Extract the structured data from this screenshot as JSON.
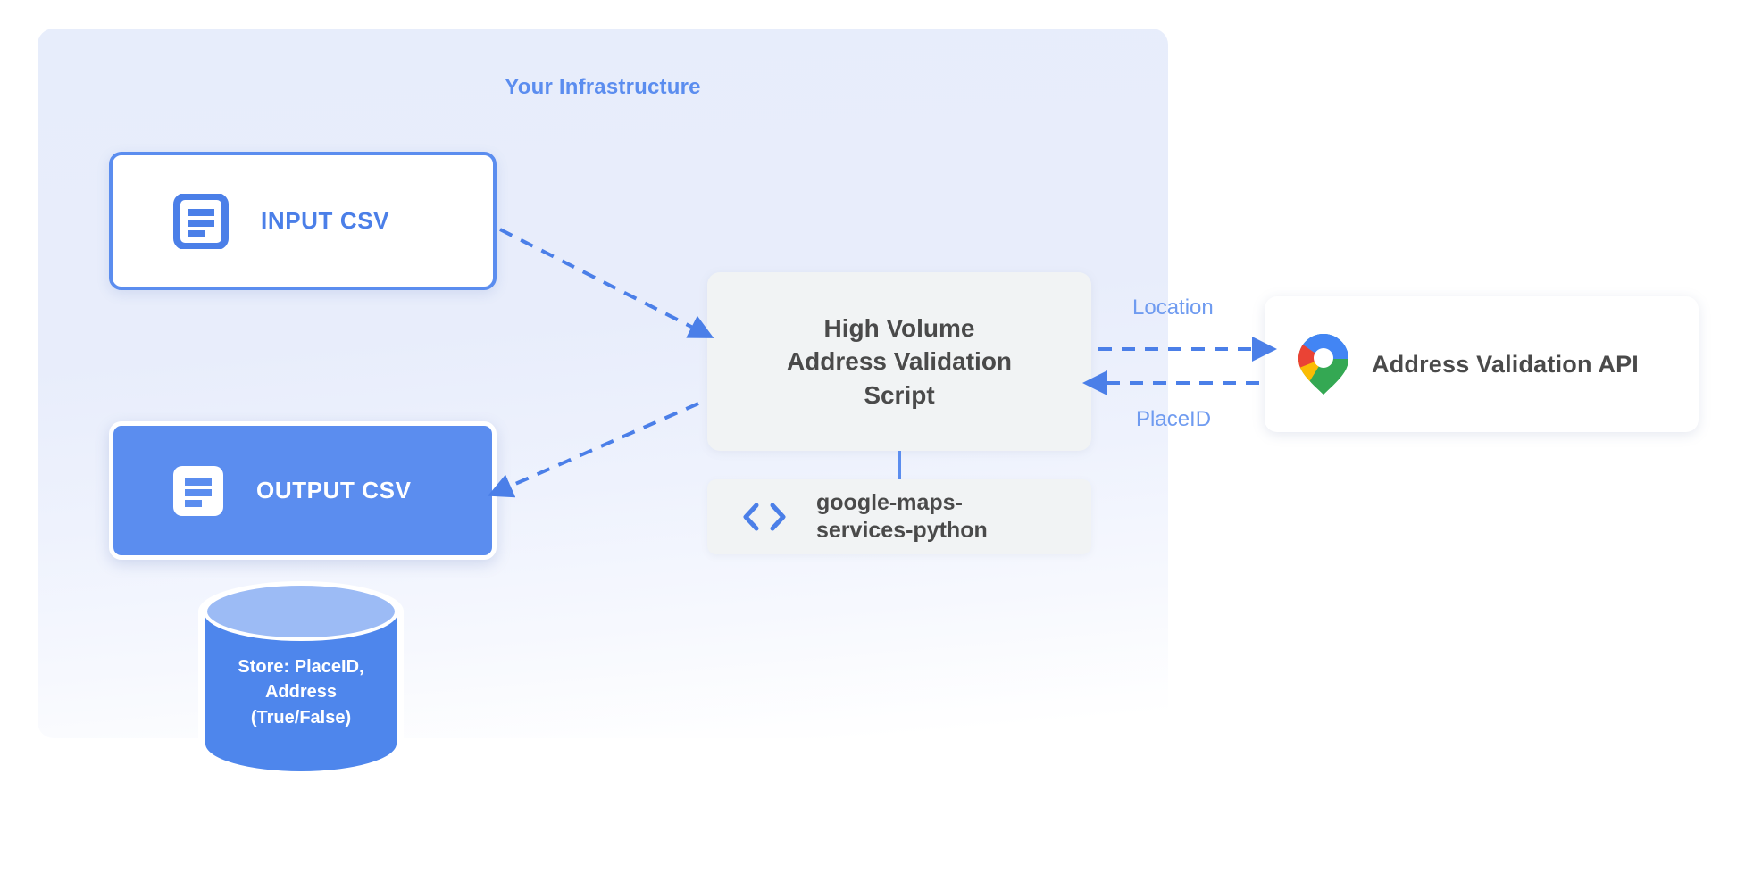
{
  "panel": {
    "title": "Your Infrastructure",
    "accent_color": "#5b8def",
    "background_color": "#e8edfb"
  },
  "nodes": {
    "input_csv": {
      "label": "INPUT CSV",
      "icon": "document-icon",
      "border_color": "#5b8def",
      "text_color": "#4b7fe8",
      "background_color": "#ffffff"
    },
    "output_csv": {
      "label": "OUTPUT CSV",
      "icon": "document-icon",
      "background_color": "#5b8def",
      "text_color": "#ffffff"
    },
    "script": {
      "line1": "High Volume",
      "line2": "Address Validation",
      "line3": "Script",
      "background_color": "#f1f3f4",
      "text_color": "#4a4a4a"
    },
    "library": {
      "line1": "google-maps-",
      "line2": "services-python",
      "icon": "code-brackets-icon",
      "background_color": "#f1f3f4",
      "icon_color": "#4b7fe8"
    },
    "api": {
      "label": "Address Validation API",
      "icon": "google-maps-pin-icon",
      "background_color": "#ffffff",
      "text_color": "#4a4a4a"
    },
    "database": {
      "line1": "Store: PlaceID,",
      "line2": "Address",
      "line3": "(True/False)",
      "body_color": "#4e86ec",
      "top_color": "#9cbbf5",
      "text_color": "#ffffff"
    }
  },
  "edges": {
    "location_label": "Location",
    "placeid_label": "PlaceID",
    "label_color": "#6f9bf0",
    "line_color": "#4b7fe8",
    "style": "dashed"
  }
}
